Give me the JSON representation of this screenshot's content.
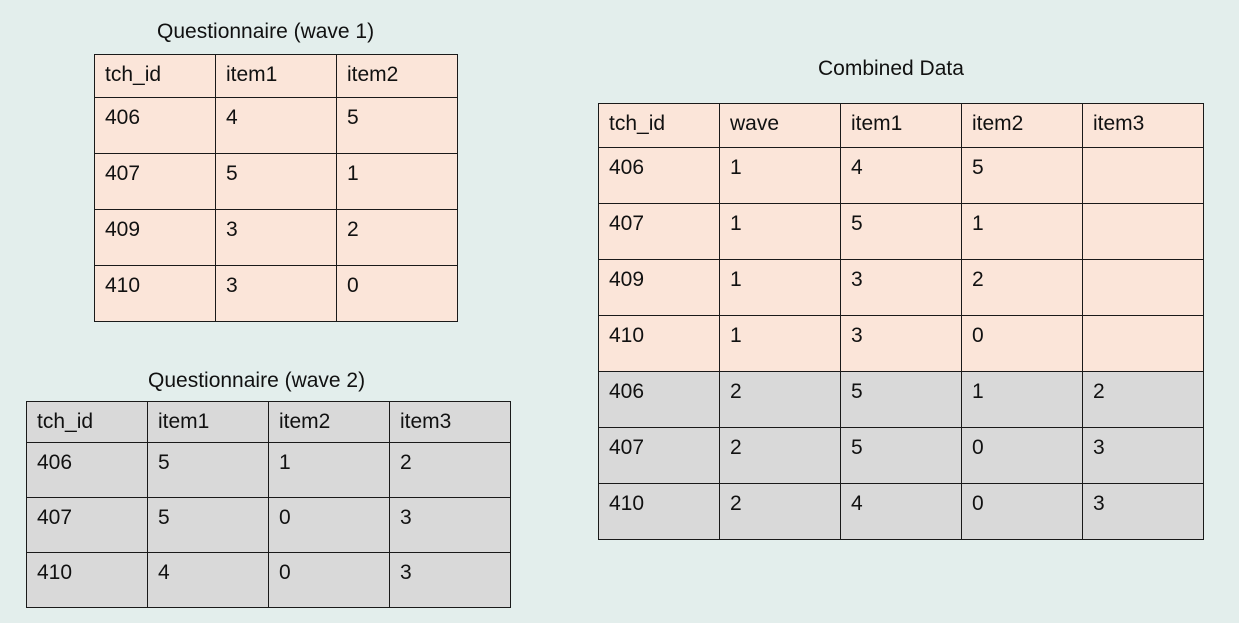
{
  "wave1": {
    "title": "Questionnaire (wave 1)",
    "columns": [
      "tch_id",
      "item1",
      "item2"
    ],
    "rows": [
      [
        "406",
        "4",
        "5"
      ],
      [
        "407",
        "5",
        "1"
      ],
      [
        "409",
        "3",
        "2"
      ],
      [
        "410",
        "3",
        "0"
      ]
    ]
  },
  "wave2": {
    "title": "Questionnaire (wave 2)",
    "columns": [
      "tch_id",
      "item1",
      "item2",
      "item3"
    ],
    "rows": [
      [
        "406",
        "5",
        "1",
        "2"
      ],
      [
        "407",
        "5",
        "0",
        "3"
      ],
      [
        "410",
        "4",
        "0",
        "3"
      ]
    ]
  },
  "combined": {
    "title": "Combined Data",
    "columns": [
      "tch_id",
      "wave",
      "item1",
      "item2",
      "item3"
    ],
    "rows": [
      [
        "406",
        "1",
        "4",
        "5",
        ""
      ],
      [
        "407",
        "1",
        "5",
        "1",
        ""
      ],
      [
        "409",
        "1",
        "3",
        "2",
        ""
      ],
      [
        "410",
        "1",
        "3",
        "0",
        ""
      ],
      [
        "406",
        "2",
        "5",
        "1",
        "2"
      ],
      [
        "407",
        "2",
        "5",
        "0",
        "3"
      ],
      [
        "410",
        "2",
        "4",
        "0",
        "3"
      ]
    ]
  },
  "colors": {
    "background": "#e3eeec",
    "wave1_fill": "#fbe5d9",
    "wave2_fill": "#d9d9d9",
    "border": "#1a1a1a"
  }
}
